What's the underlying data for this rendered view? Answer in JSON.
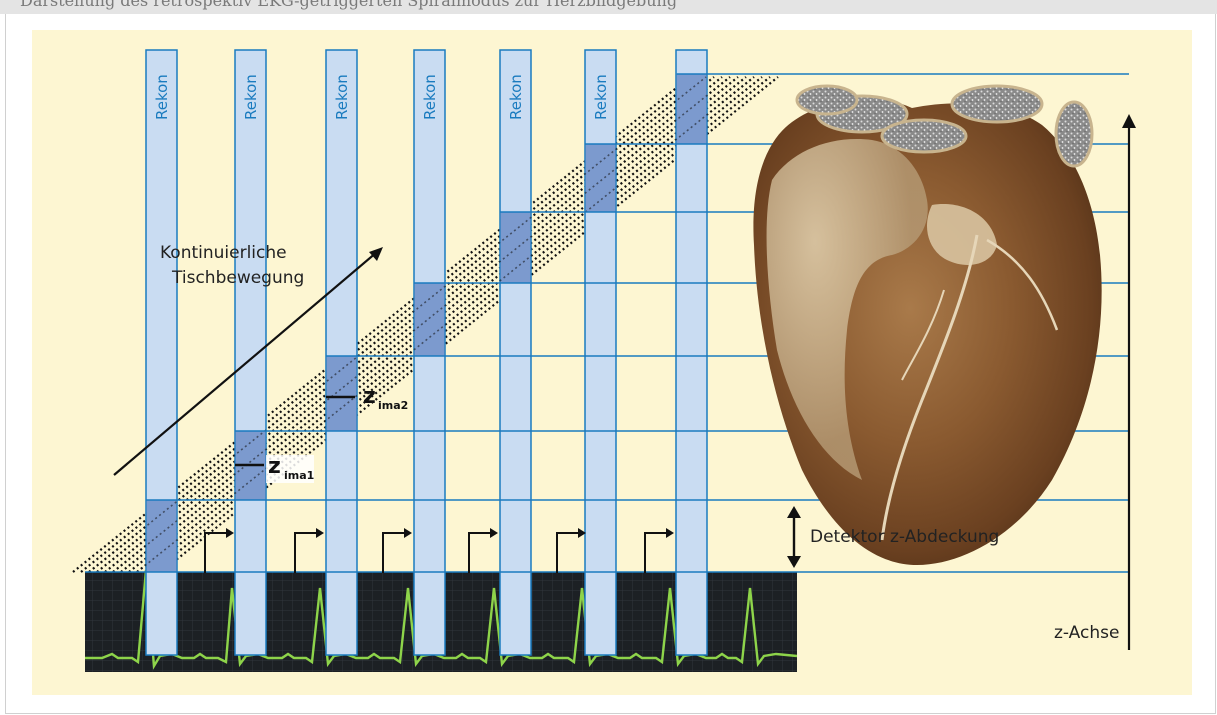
{
  "header_caption": "Darstellung des retrospektiv EKG-getriggerten Spiralmodus zur Herzbildgebung",
  "labels": {
    "recon": "Rekon",
    "table_motion_line1": "Kontinuierliche",
    "table_motion_line2": "Tischbewegung",
    "zima1_main": "z",
    "zima1_sub": "ima1",
    "zima2_main": "z",
    "zima2_sub": "ima2",
    "detector": "Detektor z-Abdeckung",
    "z_axis": "z-Achse"
  },
  "colors": {
    "background": "#fdf6d2",
    "blue_line": "#1a7bbf",
    "recon_fill": "#c9dcf2",
    "overlap_fill": "#6f8fc8",
    "ecg_bg": "#23262a",
    "ecg_trace": "#8ed44a"
  },
  "icons": [
    "heart-3d-image",
    "ecg-strip",
    "z-axis-arrow",
    "double-arrow-icon",
    "table-motion-arrow",
    "trigger-arrow-icon"
  ]
}
